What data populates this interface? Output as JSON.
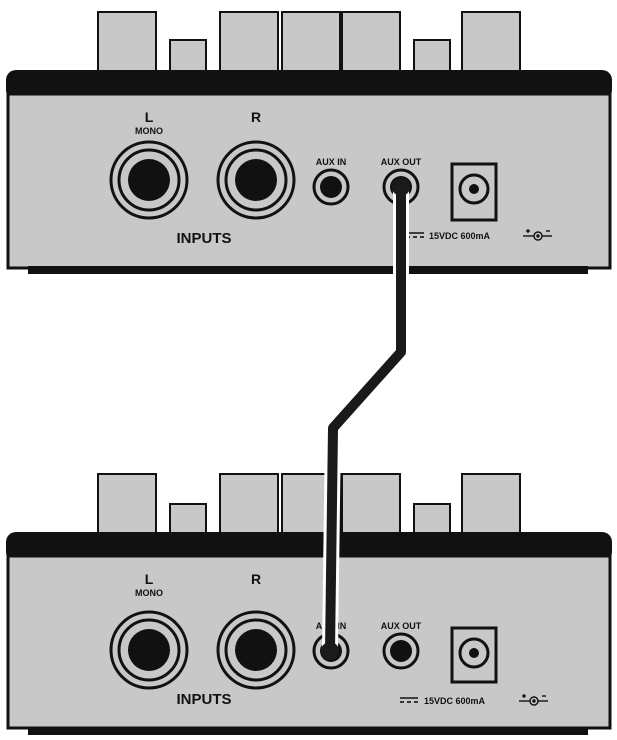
{
  "colors": {
    "panel": "#c8c8c8",
    "outline": "#111111",
    "knob": "#c8c8c8",
    "cable": "#1a1a1a",
    "background": "#ffffff"
  },
  "units": [
    {
      "name": "top",
      "input_l_label": "L",
      "input_l_sublabel": "MONO",
      "input_r_label": "R",
      "aux_in_label": "AUX IN",
      "aux_out_label": "AUX OUT",
      "inputs_label": "INPUTS",
      "power_label": "15VDC 600mA"
    },
    {
      "name": "bottom",
      "input_l_label": "L",
      "input_l_sublabel": "MONO",
      "input_r_label": "R",
      "aux_in_label": "AUX IN",
      "aux_out_label": "AUX OUT",
      "inputs_label": "INPUTS",
      "power_label": "15VDC 600mA"
    }
  ],
  "icons": [
    "jack-socket-icon",
    "dc-power-socket-icon",
    "dc-polarity-icon",
    "dc-current-symbol-icon"
  ]
}
